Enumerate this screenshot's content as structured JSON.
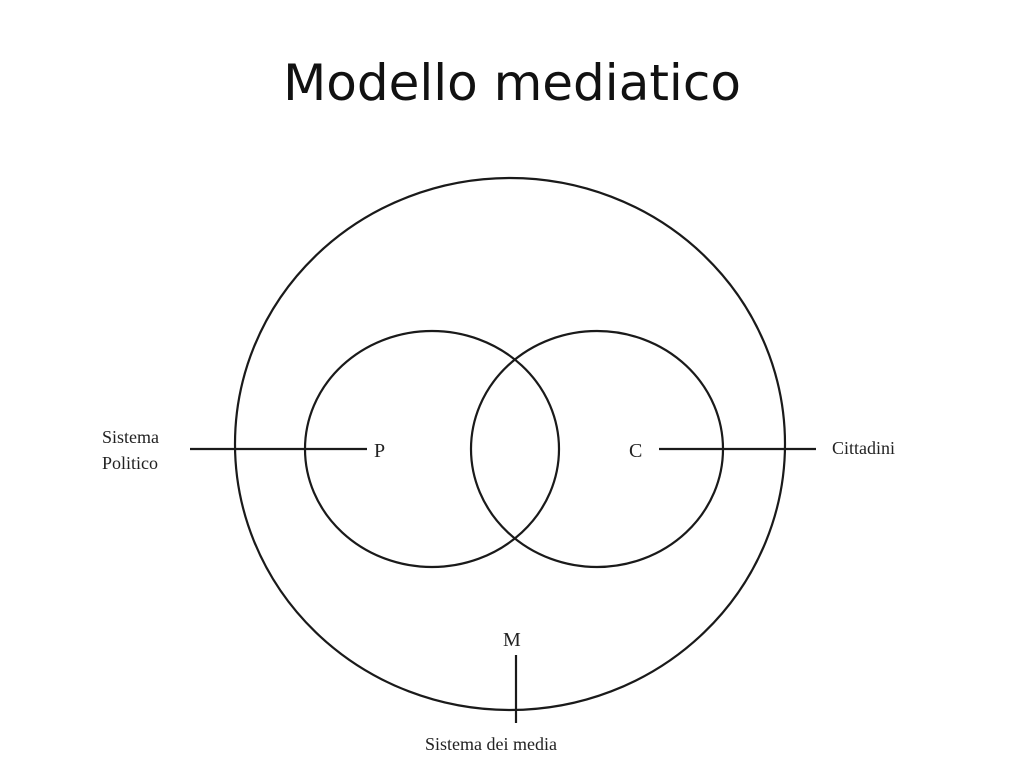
{
  "slide": {
    "title": "Modello mediatico"
  },
  "diagram": {
    "labels": {
      "political_system_line1": "Sistema",
      "political_system_line2": "Politico",
      "citizens": "Cittadini",
      "media_system": "Sistema dei media",
      "p": "P",
      "c": "C",
      "m": "M"
    },
    "colors": {
      "stroke": "#1a1a1a",
      "text": "#222222"
    }
  }
}
